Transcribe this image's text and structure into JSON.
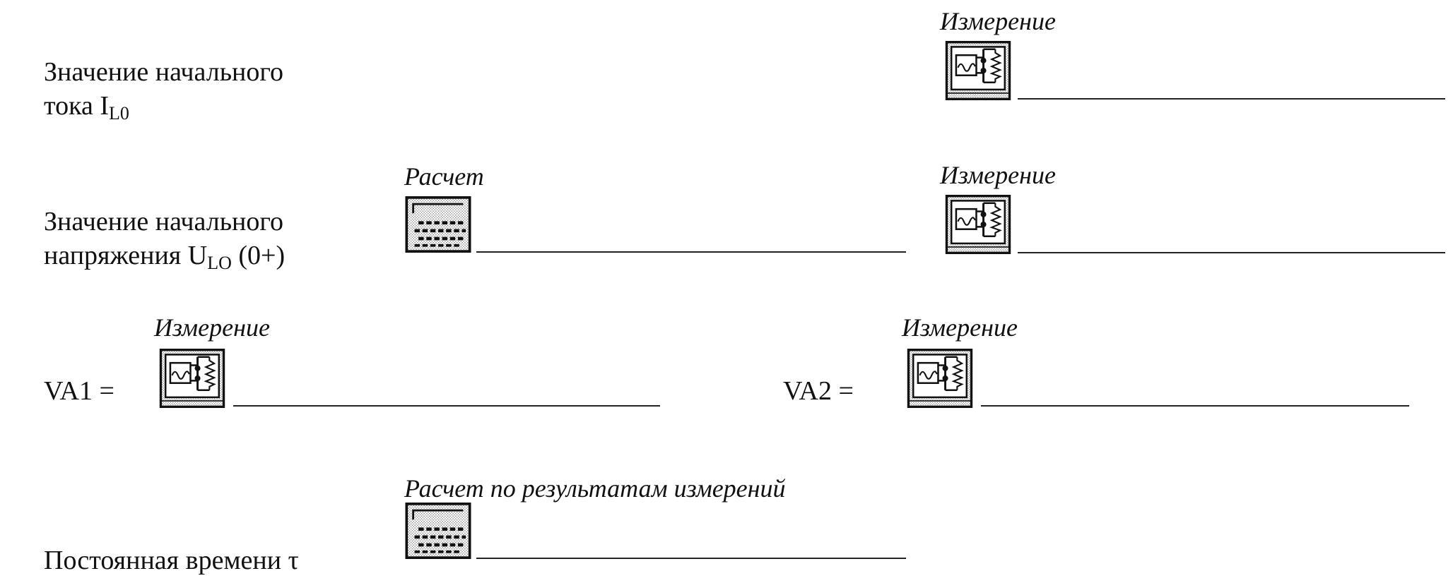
{
  "rows": {
    "r1": {
      "label_line1": "Значение начального",
      "label_line2_prefix": "тока I",
      "label_line2_sub": "L0",
      "measure_caption": "Измерение",
      "measure_icon": "measurement-instrument-icon"
    },
    "r2": {
      "label_line1": "Значение начального",
      "label_line2_prefix": "напряжения U",
      "label_line2_sub": "LO",
      "label_line2_suffix": " (0+)",
      "calc_caption": "Расчет",
      "calc_icon": "calculator-icon",
      "measure_caption": "Измерение",
      "measure_icon": "measurement-instrument-icon"
    },
    "r3": {
      "va1_label": "VA1 =",
      "va1_caption": "Измерение",
      "va2_label": "VA2 =",
      "va2_caption": "Измерение",
      "measure_icon": "measurement-instrument-icon"
    },
    "r4": {
      "label": "Постоянная времени τ",
      "calc_caption": "Расчет по результатам измерений",
      "calc_icon": "calculator-icon"
    }
  }
}
